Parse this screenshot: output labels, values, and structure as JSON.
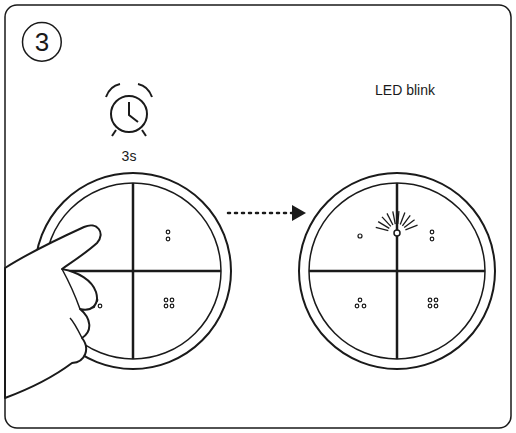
{
  "diagram": {
    "nodes": [
      {
        "text": [
          "3"
        ]
      }
    ],
    "labels": [
      "3s",
      "LED blink"
    ]
  }
}
